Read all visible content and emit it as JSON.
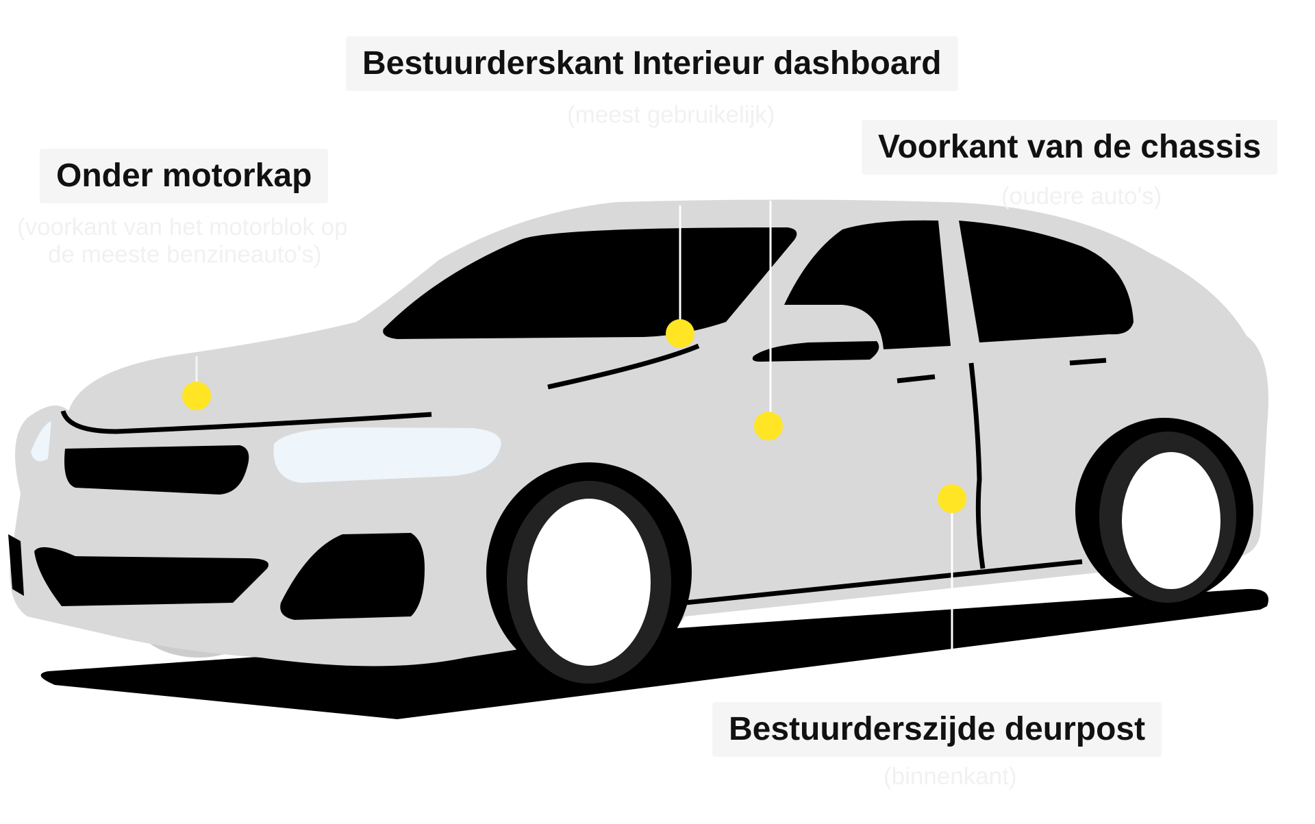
{
  "labels": {
    "dashboard": {
      "title": "Bestuurderskant Interieur dashboard",
      "note": "(meest gebruikelijk)"
    },
    "chassis": {
      "title": "Voorkant van de chassis",
      "note": "(oudere auto's)"
    },
    "hood": {
      "title": "Onder motorkap",
      "note_line1": "(voorkant van het motorblok op",
      "note_line2": "de meeste benzineauto's)"
    },
    "doorpost": {
      "title": "Bestuurderszijde deurpost",
      "note": "(binnenkant)"
    }
  },
  "colors": {
    "body": "#d9d9d9",
    "glass": "#000000",
    "marker": "#ffe523",
    "headlight": "#eef5fb",
    "label_bg": "#f5f5f5"
  }
}
